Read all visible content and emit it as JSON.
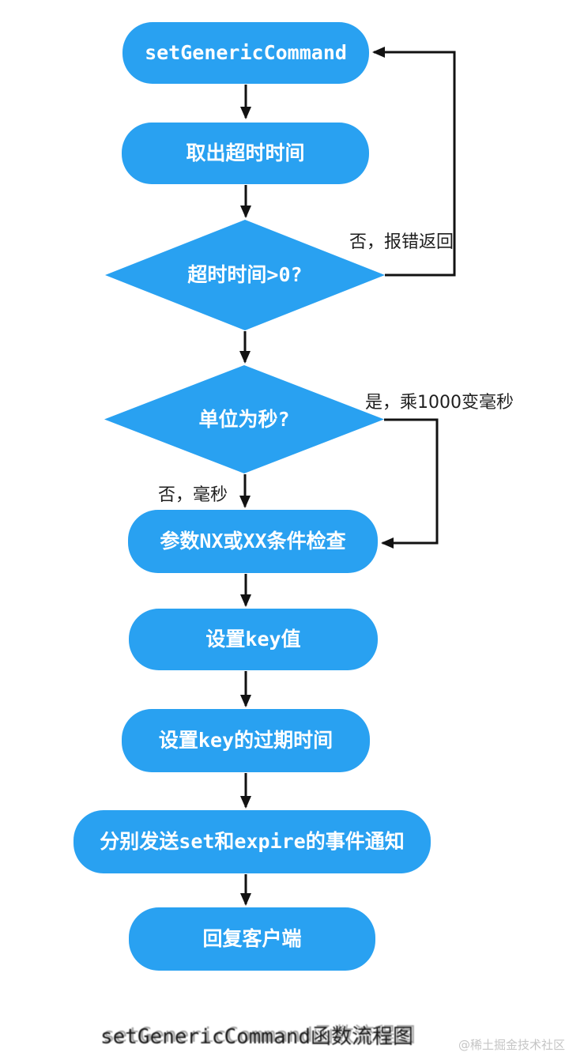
{
  "colors": {
    "node_fill": "#29a1f1",
    "node_text": "#ffffff",
    "connector": "#121212",
    "edge_label_text": "#1f1f1f",
    "caption_text": "#1a1a1a",
    "watermark_text": "#c5c5c5",
    "background": "#ffffff"
  },
  "diagram": {
    "nodes": [
      {
        "id": "start",
        "type": "rounded",
        "label": "setGenericCommand"
      },
      {
        "id": "fetch-timeout",
        "type": "rounded",
        "label": "取出超时时间"
      },
      {
        "id": "timeout-gt-0",
        "type": "diamond",
        "label": "超时时间>0?"
      },
      {
        "id": "unit-seconds",
        "type": "diamond",
        "label": "单位为秒?"
      },
      {
        "id": "nx-xx-check",
        "type": "rounded",
        "label": "参数NX或XX条件检查"
      },
      {
        "id": "set-key",
        "type": "rounded",
        "label": "设置key值"
      },
      {
        "id": "set-expire",
        "type": "rounded",
        "label": "设置key的过期时间"
      },
      {
        "id": "send-events",
        "type": "rounded",
        "label": "分别发送set和expire的事件通知"
      },
      {
        "id": "reply-client",
        "type": "rounded",
        "label": "回复客户端"
      }
    ],
    "edge_labels": [
      {
        "id": "no-error-return",
        "text": "否，报错返回"
      },
      {
        "id": "yes-times-1000",
        "text": "是，乘1000变毫秒"
      },
      {
        "id": "no-milliseconds",
        "text": "否，毫秒"
      }
    ],
    "caption": "setGenericCommand函数流程图",
    "watermark": "@稀土掘金技术社区"
  }
}
